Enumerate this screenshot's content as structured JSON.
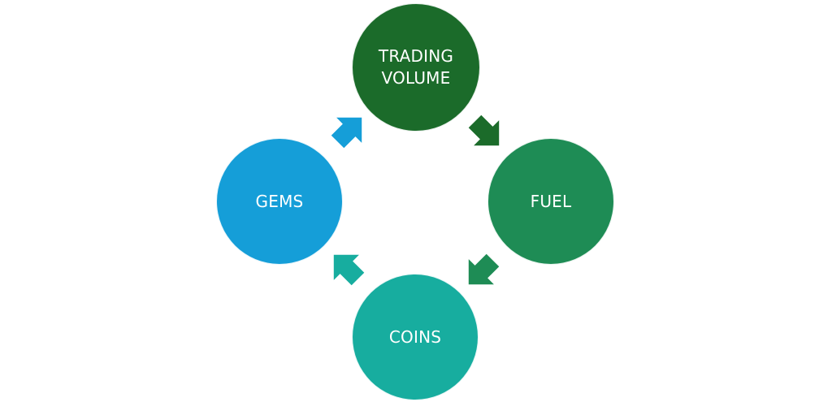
{
  "nodes": {
    "trading_volume": {
      "label": "TRADING\nVOLUME",
      "color": "#1b6b2a"
    },
    "fuel": {
      "label": "FUEL",
      "color": "#1e8c55"
    },
    "coins": {
      "label": "COINS",
      "color": "#17ad9f"
    },
    "gems": {
      "label": "GEMS",
      "color": "#159ed8"
    }
  },
  "arrows": {
    "trading_to_fuel": {
      "color": "#1b6b2a"
    },
    "fuel_to_coins": {
      "color": "#1e8c55"
    },
    "coins_to_gems": {
      "color": "#17ad9f"
    },
    "gems_to_trading": {
      "color": "#159ed8"
    }
  },
  "icons": {
    "arrow": "block-arrow-icon"
  }
}
